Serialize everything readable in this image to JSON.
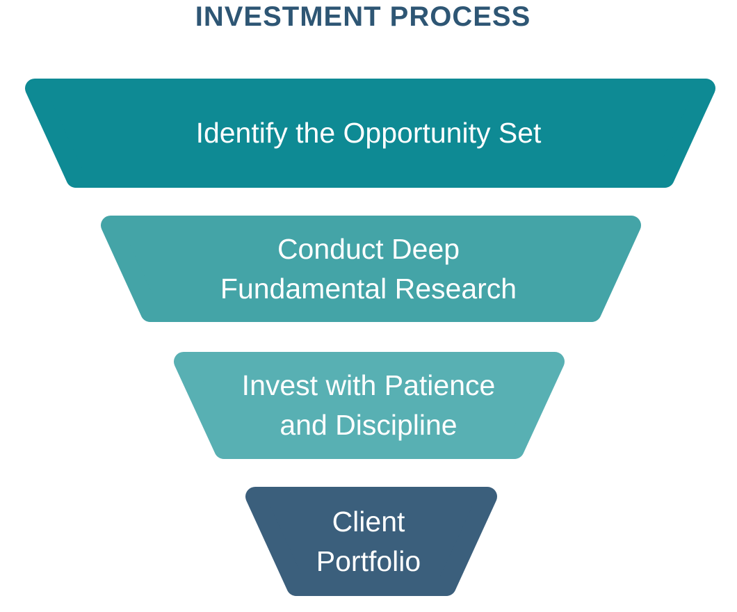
{
  "title": "INVESTMENT PROCESS",
  "title_color": "#2E5674",
  "funnel": {
    "type": "funnel-diagram",
    "text_color": "#FFFFFF",
    "stages": [
      {
        "label": "Identify the Opportunity Set",
        "color": "#0E8A94"
      },
      {
        "label": "Conduct Deep\nFundamental Research",
        "color": "#44A4A7"
      },
      {
        "label": "Invest with Patience\nand Discipline",
        "color": "#58B0B3"
      },
      {
        "label": "Client\nPortfolio",
        "color": "#3B5F7C"
      }
    ]
  }
}
